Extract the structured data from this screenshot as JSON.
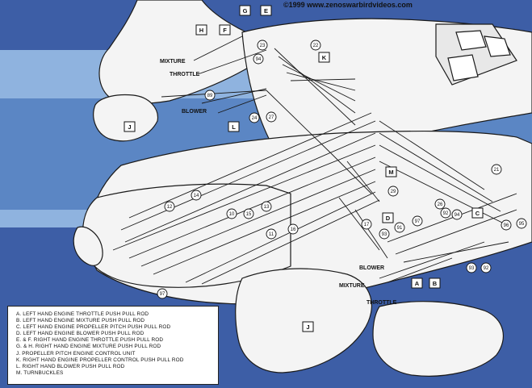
{
  "copyright": "©1999 www.zenoswarbirdvideos.com",
  "colors": {
    "background_blue": "#5b86c4",
    "band_light_blue": "#8fb3df",
    "band_dark_blue": "#3d5ea6",
    "drawing_fill": "#f4f4f4",
    "line_color": "#1a1a1a"
  },
  "labels": {
    "mixture_left": "MIXTURE",
    "throttle_left": "THROTTLE",
    "blower_left": "BLOWER",
    "blower_right": "BLOWER",
    "mixture_right": "MIXTURE",
    "throttle_right": "THROTTLE"
  },
  "letter_boxes": [
    "G",
    "E",
    "H",
    "F",
    "K",
    "J",
    "L",
    "M",
    "D",
    "C",
    "A",
    "B",
    "J"
  ],
  "part_numbers": [
    "23",
    "22",
    "94",
    "89",
    "24",
    "27",
    "14",
    "12",
    "10",
    "15",
    "13",
    "11",
    "16",
    "17",
    "29",
    "97",
    "93",
    "91",
    "92",
    "26",
    "94",
    "21",
    "96",
    "95",
    "93",
    "92",
    "97"
  ],
  "legend": [
    "A.  LEFT HAND ENGINE THROTTLE PUSH PULL ROD",
    "B.  LEFT HAND ENGINE MIXTURE PUSH PULL ROD",
    "C.  LEFT HAND ENGINE PROPELLER PITCH PUSH PULL ROD",
    "D.  LEFT HAND ENGINE BLOWER PUSH PULL ROD",
    "E.  & F.  RIGHT HAND ENGINE THROTTLE PUSH PULL ROD",
    "G.  & H.  RIGHT HAND ENGINE MIXTURE PUSH PULL ROD",
    "J.  PROPELLER PITCH ENGINE CONTROL UNIT",
    "K.  RIGHT HAND ENGINE PROPELLER CONTROL PUSH PULL ROD",
    "L.  RIGHT HAND BLOWER PUSH PULL ROD",
    "M.  TURNBUCKLES"
  ]
}
